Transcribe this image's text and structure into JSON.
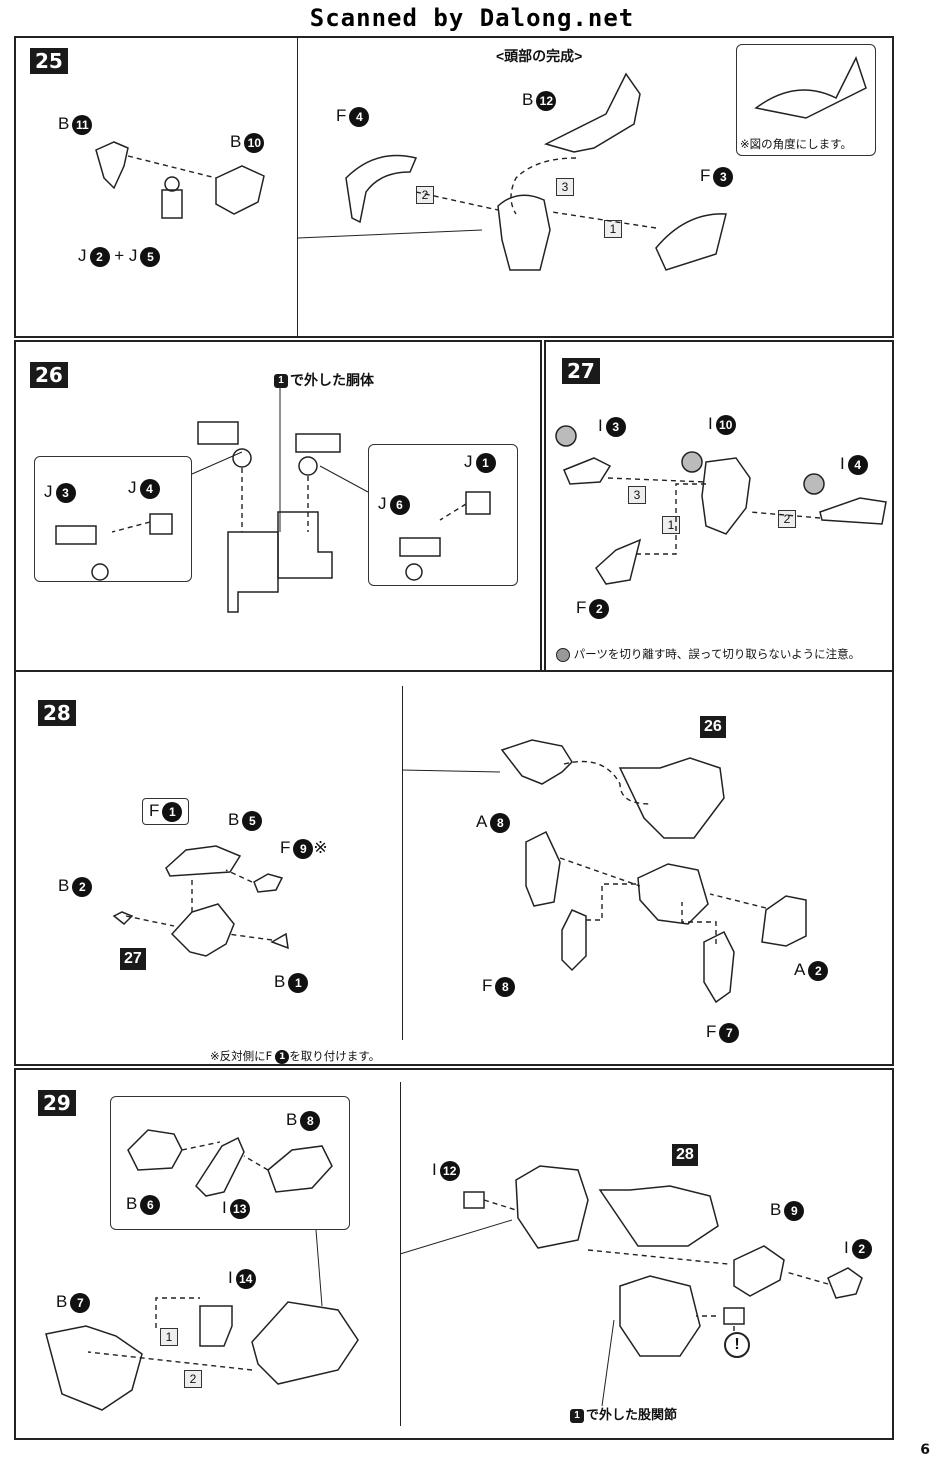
{
  "watermark": "Scanned by Dalong.net",
  "page_number": "6",
  "step25": {
    "number": "25",
    "heading": "<頭部の完成>",
    "note": "※図の角度にします。",
    "labels": {
      "b11": "B",
      "b11n": "11",
      "b10": "B",
      "b10n": "10",
      "j2": "J",
      "j2n": "2",
      "plus": "+",
      "j5": "J",
      "j5n": "5",
      "f4": "F",
      "f4n": "4",
      "b12": "B",
      "b12n": "12",
      "f3": "F",
      "f3n": "3"
    },
    "order": [
      "1",
      "2",
      "3"
    ]
  },
  "step26": {
    "number": "26",
    "callout_num": "1",
    "callout_text": "で外した胴体",
    "labels": {
      "j3": "J",
      "j3n": "3",
      "j4": "J",
      "j4n": "4",
      "j1": "J",
      "j1n": "1",
      "j6": "J",
      "j6n": "6"
    }
  },
  "step27": {
    "number": "27",
    "note": "パーツを切り離す時、誤って切り取らないように注意。",
    "labels": {
      "i3": "I",
      "i3n": "3",
      "i10": "I",
      "i10n": "10",
      "i4": "I",
      "i4n": "4",
      "f2": "F",
      "f2n": "2"
    },
    "order": [
      "1",
      "2",
      "3"
    ]
  },
  "step28": {
    "number": "28",
    "ref26": "26",
    "ref27": "27",
    "note_pre": "※反対側にF",
    "note_num": "1",
    "note_post": "を取り付けます。",
    "labels": {
      "f1": "F",
      "f1n": "1",
      "b5": "B",
      "b5n": "5",
      "f9": "F",
      "f9n": "9",
      "f9mark": "※",
      "b2": "B",
      "b2n": "2",
      "b1": "B",
      "b1n": "1",
      "a8": "A",
      "a8n": "8",
      "f8": "F",
      "f8n": "8",
      "f7": "F",
      "f7n": "7",
      "a2": "A",
      "a2n": "2"
    }
  },
  "step29": {
    "number": "29",
    "ref28": "28",
    "callout_num": "1",
    "callout_text": "で外した股関節",
    "labels": {
      "b8": "B",
      "b8n": "8",
      "b6": "B",
      "b6n": "6",
      "i13": "I",
      "i13n": "13",
      "i14": "I",
      "i14n": "14",
      "b7": "B",
      "b7n": "7",
      "i12": "I",
      "i12n": "12",
      "b9": "B",
      "b9n": "9",
      "i2": "I",
      "i2n": "2"
    },
    "order": [
      "1",
      "2"
    ],
    "warning": "!"
  }
}
